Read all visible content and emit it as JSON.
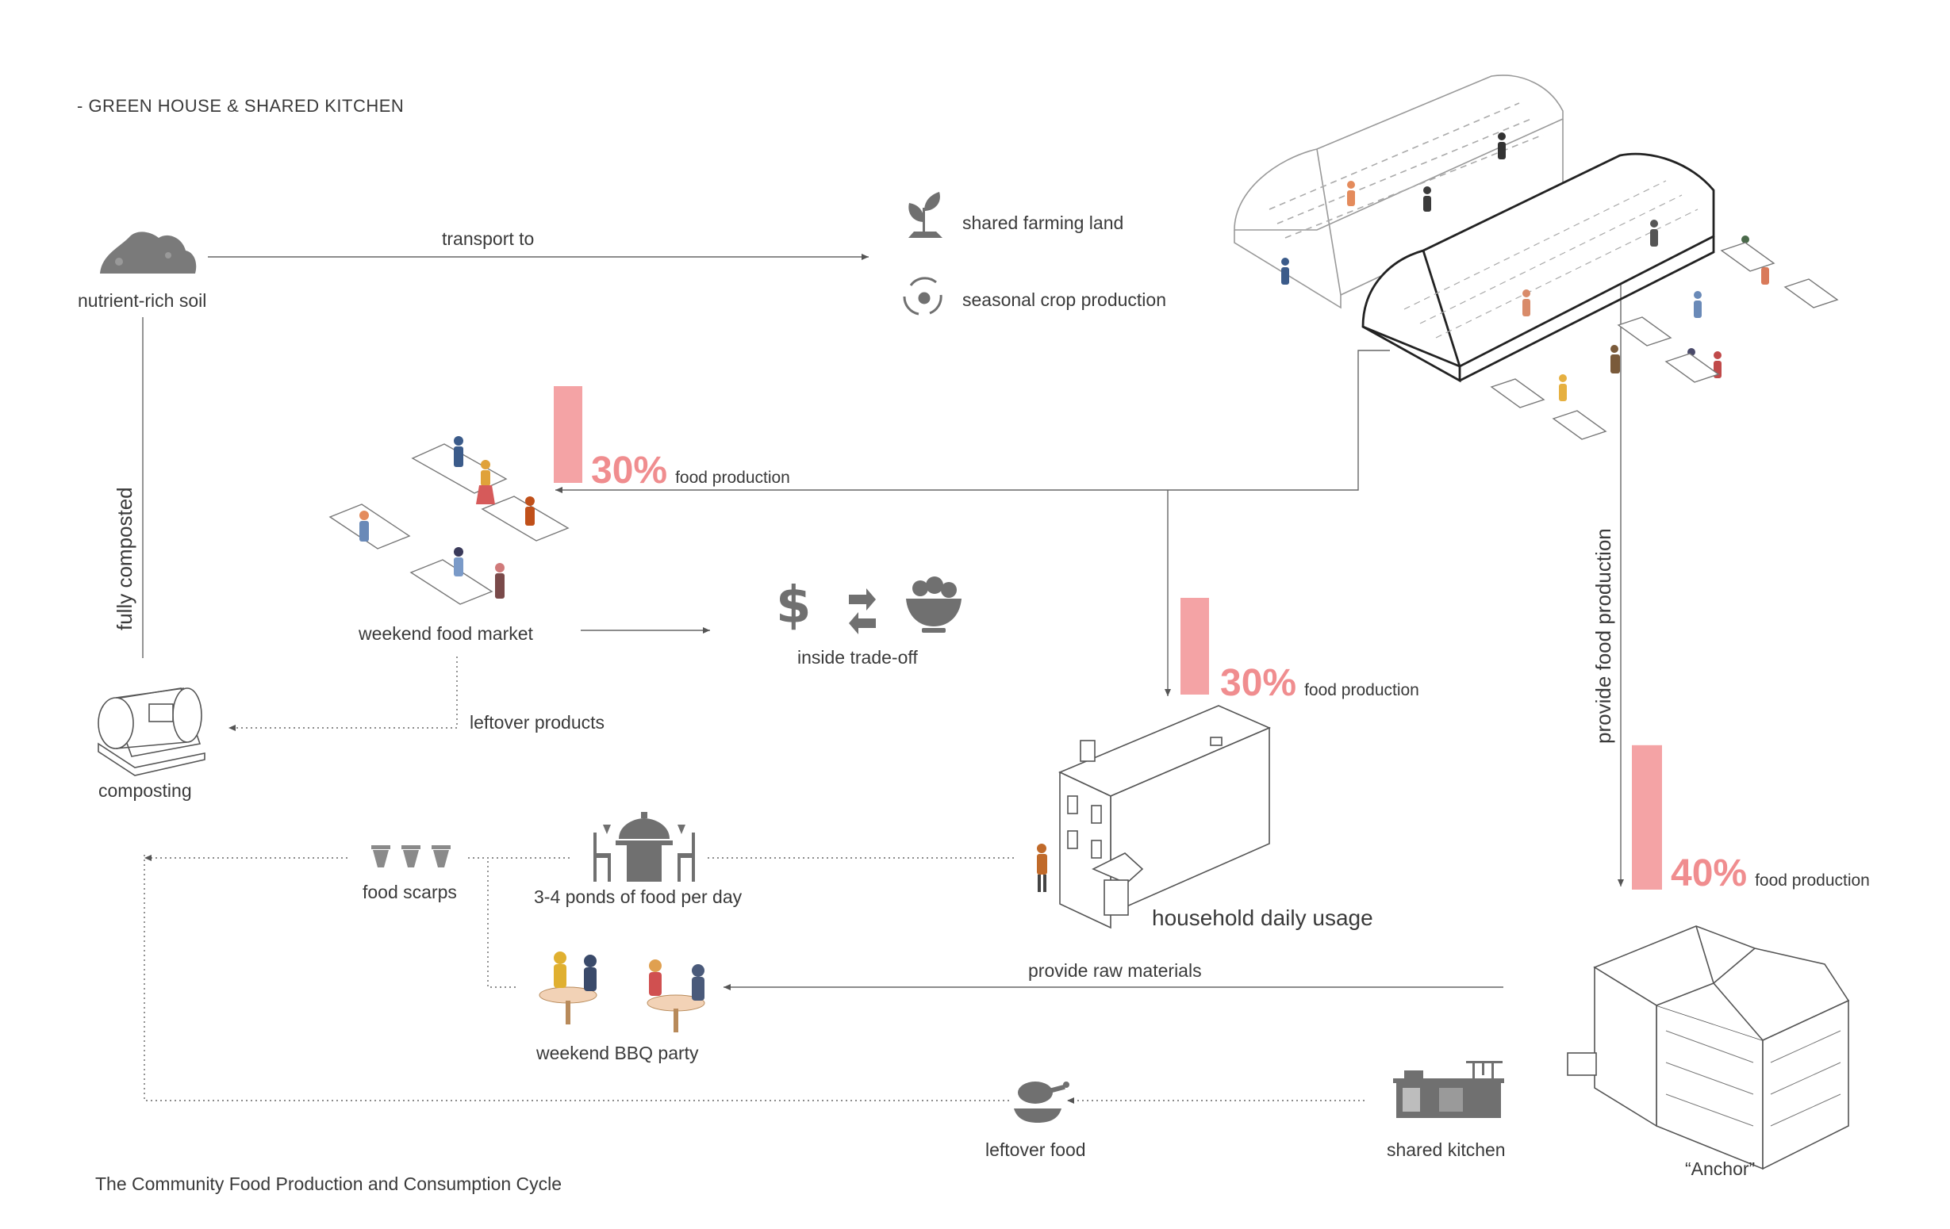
{
  "header": {
    "title": "- GREEN HOUSE & SHARED KITCHEN"
  },
  "caption": "The Community Food Production and Consumption Cycle",
  "nodes": {
    "soil": "nutrient-rich soil",
    "transport": "transport to",
    "farming": "shared farming land",
    "seasonal": "seasonal crop production",
    "market": "weekend food market",
    "trade": "inside trade-off",
    "leftover_products": "leftover products",
    "composting": "composting",
    "fully_composted": "fully composted",
    "food_scraps": "food scarps",
    "food_per_day": "3-4 ponds of food per day",
    "household": "household daily usage",
    "provide_raw": "provide raw materials",
    "bbq": "weekend BBQ party",
    "leftover_food": "leftover food",
    "shared_kitchen": "shared kitchen",
    "anchor": "“Anchor”",
    "provide_food": "provide food production"
  },
  "shares": {
    "market": {
      "percent": 30,
      "label": "30%",
      "sub": "food production"
    },
    "household": {
      "percent": 30,
      "label": "30%",
      "sub": "food production"
    },
    "anchor": {
      "percent": 40,
      "label": "40%",
      "sub": "food production"
    }
  },
  "colors": {
    "accent": "#f4a3a5",
    "accent_text": "#f08d8f",
    "ink": "#3a3a3a",
    "line": "#555555",
    "icon": "#707070"
  },
  "icons": [
    "soil-pile-icon",
    "sprout-icon",
    "recycle-icon",
    "dollar-icon",
    "exchange-arrows-icon",
    "salad-bowl-icon",
    "dining-table-icon",
    "food-scraps-icon",
    "chicken-leg-icon",
    "kitchen-counter-icon",
    "composter-icon"
  ]
}
